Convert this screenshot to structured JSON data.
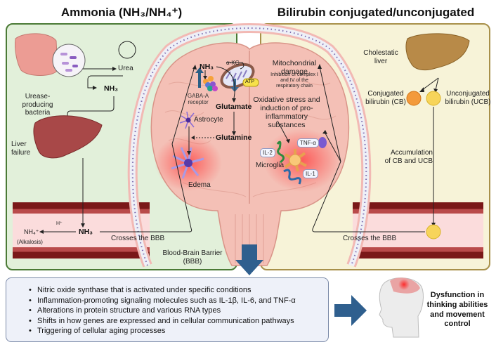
{
  "titles": {
    "ammonia": "Ammonia (NH₃/NH₄⁺)",
    "bilirubin": "Bilirubin conjugated/unconjugated"
  },
  "ammonia_panel": {
    "bacteria_label": "Urease-producing bacteria",
    "urea_label": "Urea",
    "nh3_top_label": "NH₃",
    "liver_label": "Liver failure",
    "h_plus_label": "H⁺",
    "nh4_label": "NH₄⁺",
    "alkalosis_label": "(Alkalosis)",
    "nh3_vessel_label": "NH₃",
    "crosses_label": "Crosses the BBB",
    "bbb_label": "Blood-Brain Barrier (BBB)"
  },
  "brain": {
    "nh3_label": "NH₃",
    "akg_label": "α-KG",
    "atp_label": "ATP",
    "gaba_label": "GABA-A receptor",
    "glutamate_label": "Glutamate",
    "astrocyte_label": "Astrocyte",
    "glutamine_label": "Glutamine",
    "edema_label": "Edema",
    "mito_title": "Mitochondrial damage",
    "mito_detail": "Inhibition of complex I and IV of the respiratory chain",
    "oxidative_label": "Oxidative stress and induction of pro-inflammatory substances",
    "tnf_label": "TNF-α",
    "il2_label": "IL-2",
    "microglia_label": "Microglia",
    "il1_label": "IL-1"
  },
  "bilirubin_panel": {
    "liver_label": "Cholestatic liver",
    "cb_label": "Conjugated bilirubin (CB)",
    "ucb_label": "Unconjugated bilirubin (UCB)",
    "accumulation_label": "Accumulation of CB and UCB",
    "crosses_label": "Crosses the BBB"
  },
  "effects": {
    "items": [
      "Nitric oxide synthase that is activated under specific conditions",
      "Inflammation-promoting signaling molecules such as IL-1β, IL-6, and TNF-α",
      "Alterations in protein structure and various RNA types",
      "Shifts in how genes are expressed and in cellular communication pathways",
      "Triggering of cellular aging processes"
    ]
  },
  "outcome": {
    "label": "Dysfunction in thinking abilities and movement control"
  },
  "colors": {
    "ammonia_panel_bg": "#e2f0da",
    "ammonia_panel_border": "#4a7a35",
    "bilirubin_panel_bg": "#f7f3d8",
    "bilirubin_panel_border": "#a8904a",
    "vessel_wall": "#7a1818",
    "vessel_lumen": "#fbdcdc",
    "arrow_blue": "#2f5f8e",
    "cb_orange": "#f39a3c",
    "ucb_yellow": "#f7d45a"
  }
}
